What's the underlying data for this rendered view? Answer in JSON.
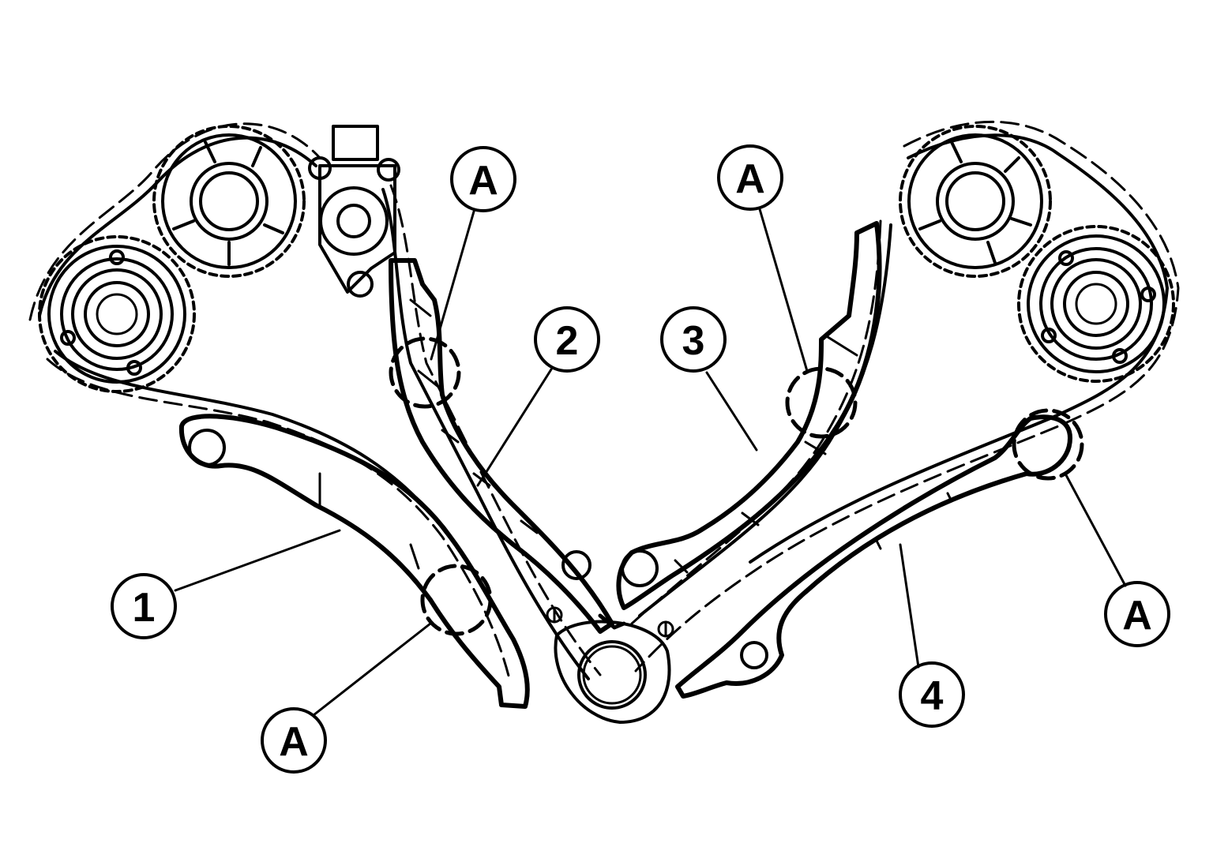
{
  "colors": {
    "line": "#000000",
    "background": "#ffffff"
  },
  "callouts": {
    "part_1": "1",
    "part_2": "2",
    "part_3": "3",
    "part_4": "4",
    "mark": "A"
  }
}
